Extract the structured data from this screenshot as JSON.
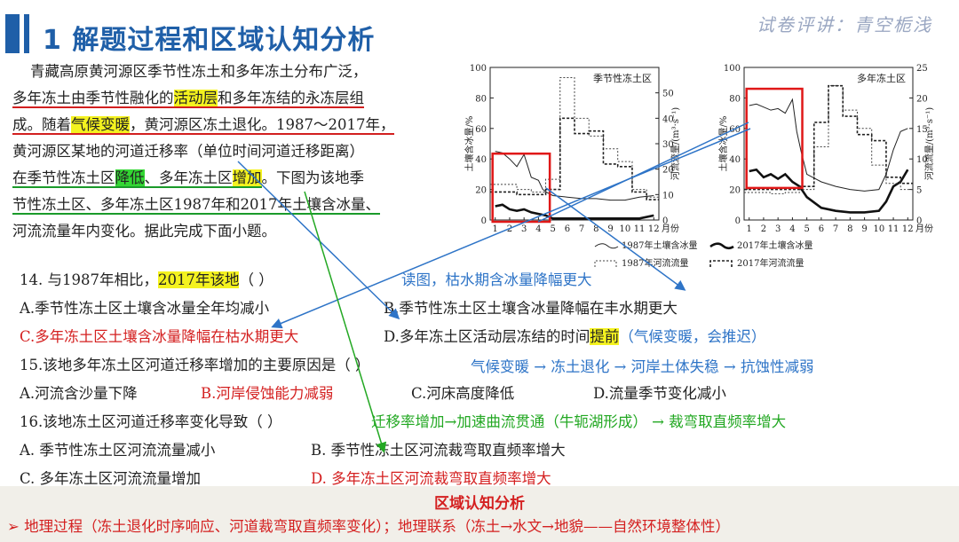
{
  "header": {
    "title": "1 解题过程和区域认知分析",
    "watermark": "试卷评讲：青空栀浅"
  },
  "passage": {
    "l1": "青藏高原黄河源区季节性冻土和多年冻土分布广泛，",
    "l2a": "多年冻土由季节性融化的",
    "l2b": "活动层",
    "l2c": "和多年冻结的永冻层组",
    "l3a": "成。随着",
    "l3b": "气候变暖",
    "l3c": "，黄河源区冻土退化。1987～2017年，",
    "l4": "黄河源区某地的河道迁移率（单位时间河道迁移距离）",
    "l5a": "在季节性冻土区",
    "l5b": "降低",
    "l5c": "、多年冻土区",
    "l5d": "增加",
    "l5e": "。下图为该地季",
    "l6": "节性冻土区、多年冻土区1987年和2017年土壤含冰量、",
    "l7": "河流流量年内变化。据此完成下面小题。"
  },
  "questions": {
    "q14_stem_a": "14. 与1987年相比，",
    "q14_stem_b": "2017年该地",
    "q14_stem_c": "（    ）",
    "q14_note": "读图，枯水期含冰量降幅更大",
    "q14_A": "A.季节性冻土区土壤含冰量全年均减小",
    "q14_B": "B.季节性冻土区土壤含冰量降幅在丰水期更大",
    "q14_C": "C.多年冻土区土壤含冰量降幅在枯水期更大",
    "q14_D_a": "D.多年冻土区活动层冻结的时间",
    "q14_D_b": "提前",
    "q14_D_c": "（气候变暖，会推迟）",
    "q15_stem": "15.该地多年冻土区河道迁移率增加的主要原因是（     ）",
    "q15_note": "气候变暖 → 冻土退化 → 河岸土体失稳 → 抗蚀性减弱",
    "q15_A": "A.河流含沙量下降",
    "q15_B": "B.河岸侵蚀能力减弱",
    "q15_C": "C.河床高度降低",
    "q15_D": "D.流量季节变化减小",
    "q16_stem": "16.该地冻土区河道迁移率变化导致（     ）",
    "q16_note": "迁移率增加→加速曲流贯通（牛轭湖形成） → 裁弯取直频率增大",
    "q16_A": "A.  季节性冻土区河流流量减小",
    "q16_B": "B.  季节性冻土区河流裁弯取直频率增大",
    "q16_C": "C.  多年冻土区河流流量增加",
    "q16_D": "D.  多年冻土区河流裁弯取直频率增大"
  },
  "bottom": {
    "section_title": "区域认知分析",
    "summary": "➢ 地理过程（冻土退化时序响应、河道裁弯取直频率变化）；地理联系（冻土→水文→地貌——自然环境整体性）"
  },
  "chart_data": [
    {
      "type": "line",
      "panel_label": "季节性冻土区",
      "months": [
        1,
        2,
        3,
        4,
        5,
        6,
        7,
        8,
        9,
        10,
        11,
        12
      ],
      "xlabel": "月份",
      "ylabel_left": "土壤含冰量/%",
      "ylabel_right": "河流流量/(m³·s⁻¹)",
      "ylim_left": [
        0,
        100
      ],
      "ylim_right": [
        0,
        60
      ],
      "yticks_left": [
        0,
        20,
        40,
        60,
        80,
        100
      ],
      "yticks_right": [
        0,
        10,
        20,
        30,
        40,
        50
      ],
      "series": [
        {
          "name": "1987年土壤含冰量",
          "axis": "left",
          "x": [
            1,
            1.5,
            2,
            2.5,
            3,
            3.5,
            4,
            4.3,
            4.6,
            5,
            6,
            7,
            8,
            9,
            10,
            11,
            12
          ],
          "values": [
            45,
            44,
            40,
            35,
            43,
            28,
            26,
            20,
            18,
            16,
            15,
            14,
            14,
            13,
            13,
            15,
            16
          ]
        },
        {
          "name": "2017年土壤含冰量",
          "axis": "left",
          "x": [
            1,
            1.5,
            2,
            2.5,
            3,
            3.5,
            4,
            4.5,
            5,
            6,
            7,
            8,
            9,
            10,
            11,
            12
          ],
          "values": [
            9,
            10,
            7,
            6,
            7,
            5,
            4,
            3,
            1,
            1,
            1,
            1,
            1,
            1,
            1,
            3
          ]
        },
        {
          "name": "1987年河流流量",
          "axis": "right",
          "values": [
            14,
            14,
            12,
            11,
            16,
            56,
            40,
            33,
            28,
            23,
            12,
            9
          ]
        },
        {
          "name": "2017年河流流量",
          "axis": "right",
          "values": [
            11,
            11,
            10,
            10,
            12,
            40,
            34,
            35,
            22,
            21,
            11,
            8
          ]
        }
      ]
    },
    {
      "type": "line",
      "panel_label": "多年冻土区",
      "months": [
        1,
        2,
        3,
        4,
        5,
        6,
        7,
        8,
        9,
        10,
        11,
        12
      ],
      "xlabel": "月份",
      "ylabel_left": "土壤含冰量/%",
      "ylabel_right": "河流流量/(m³·s⁻¹)",
      "ylim_left": [
        0,
        100
      ],
      "ylim_right": [
        0,
        25
      ],
      "yticks_left": [
        0,
        20,
        40,
        60,
        80,
        100
      ],
      "yticks_right": [
        0,
        5,
        10,
        15,
        20,
        25
      ],
      "series": [
        {
          "name": "1987年土壤含冰量",
          "axis": "left",
          "x": [
            1,
            1.5,
            2,
            2.5,
            3,
            3.5,
            4,
            4.3,
            4.6,
            5,
            6,
            7,
            8,
            9,
            10,
            10.5,
            11,
            11.5,
            12
          ],
          "values": [
            75,
            76,
            74,
            72,
            73,
            70,
            79,
            58,
            45,
            30,
            25,
            22,
            20,
            19,
            20,
            30,
            46,
            58,
            60
          ]
        },
        {
          "name": "2017年土壤含冰量",
          "axis": "left",
          "x": [
            1,
            1.5,
            2,
            2.5,
            3,
            3.5,
            4,
            4.5,
            5,
            6,
            7,
            8,
            9,
            10,
            10.5,
            11,
            11.5,
            12
          ],
          "values": [
            32,
            33,
            28,
            30,
            27,
            30,
            25,
            22,
            15,
            8,
            6,
            5,
            5,
            6,
            12,
            22,
            25,
            33
          ]
        },
        {
          "name": "1987年河流流量",
          "axis": "right",
          "values": [
            4.5,
            4.5,
            4.3,
            4.5,
            5,
            12,
            22,
            18,
            15,
            9,
            6,
            5
          ]
        },
        {
          "name": "2017年河流流量",
          "axis": "right",
          "values": [
            5,
            5,
            5,
            5,
            5.5,
            16,
            22,
            17,
            14,
            13,
            7,
            6
          ]
        }
      ]
    }
  ]
}
